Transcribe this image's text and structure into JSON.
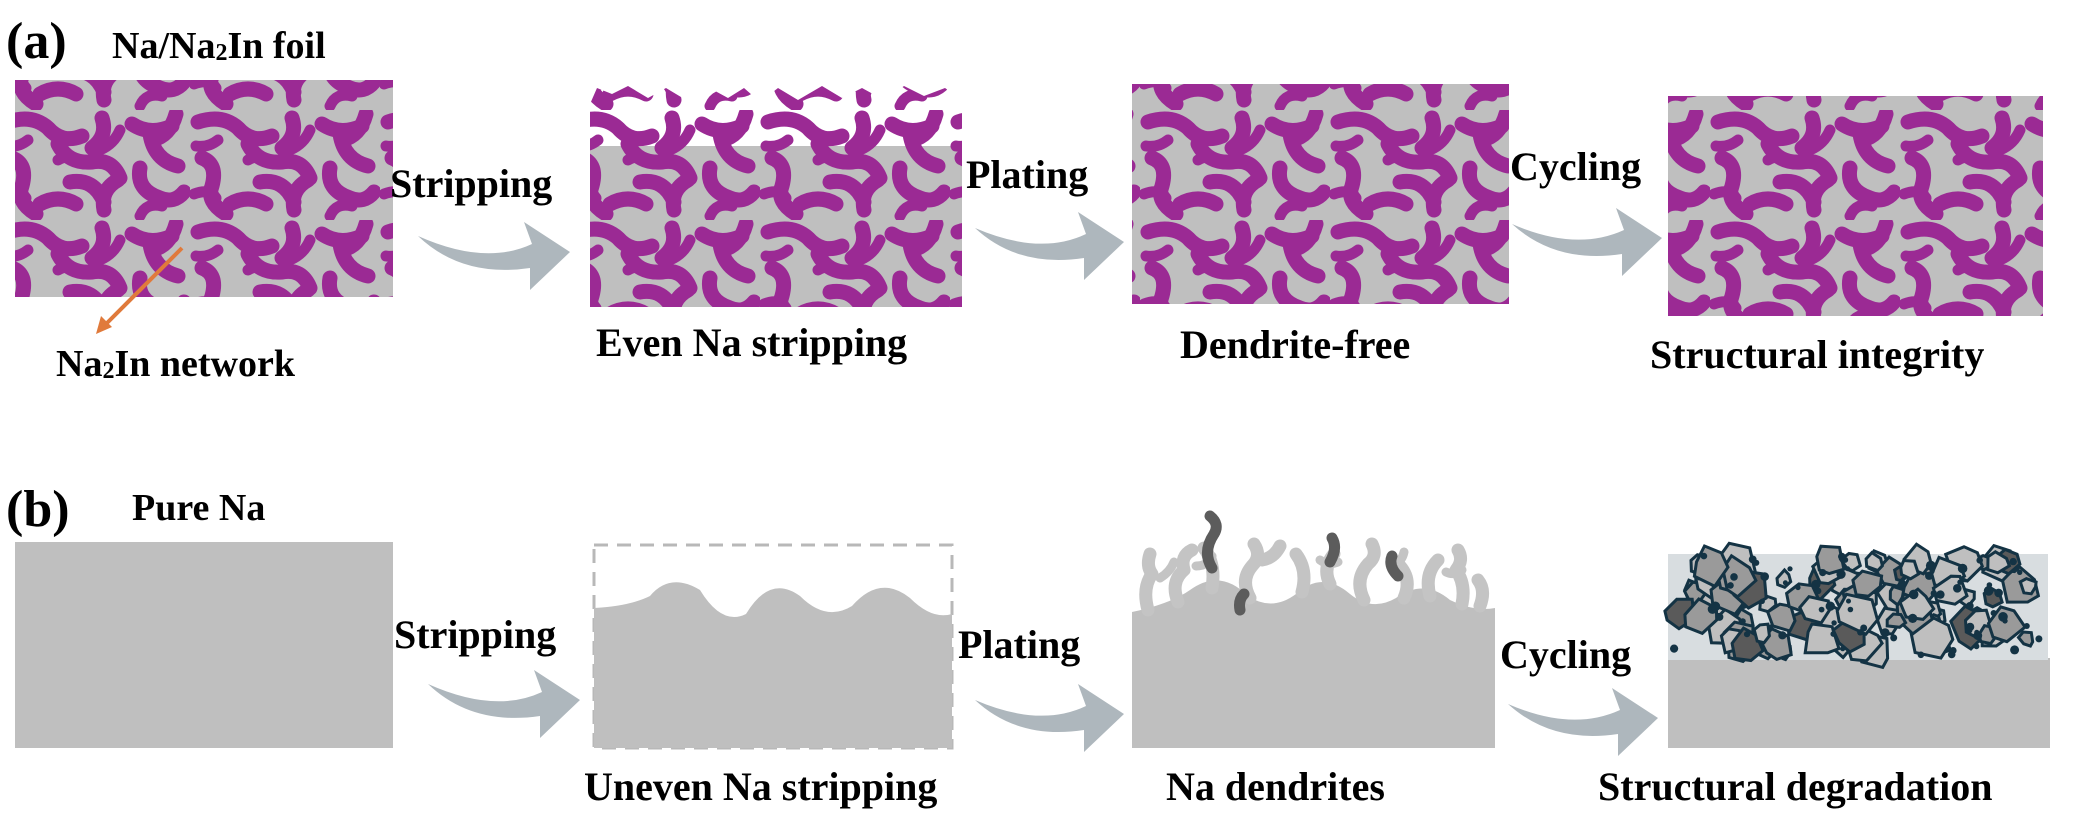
{
  "colors": {
    "background": "#ffffff",
    "sodium": "#bfbfbf",
    "alloy": "#9b2a94",
    "arrow": "#aeb7bd",
    "pointer": "#e07a3b",
    "dendrite_light": "#c4c4c4",
    "dendrite_dark": "#5c5c5c",
    "sei_outline": "#143344",
    "sei_dark": "#5a5a5a",
    "sei_mid": "#9a9a9a"
  },
  "panel_a": {
    "label": "(a)",
    "title_prefix": "Na/Na",
    "title_sub": "2",
    "title_suffix": "In foil",
    "network_prefix": "Na",
    "network_sub": "2",
    "network_suffix": "In network",
    "steps": [
      "Stripping",
      "Plating",
      "Cycling"
    ],
    "captions": [
      "Even Na stripping",
      "Dendrite-free",
      "Structural integrity"
    ]
  },
  "panel_b": {
    "label": "(b)",
    "title": "Pure Na",
    "steps": [
      "Stripping",
      "Plating",
      "Cycling"
    ],
    "captions": [
      "Uneven Na stripping",
      "Na dendrites",
      "Structural degradation"
    ]
  }
}
